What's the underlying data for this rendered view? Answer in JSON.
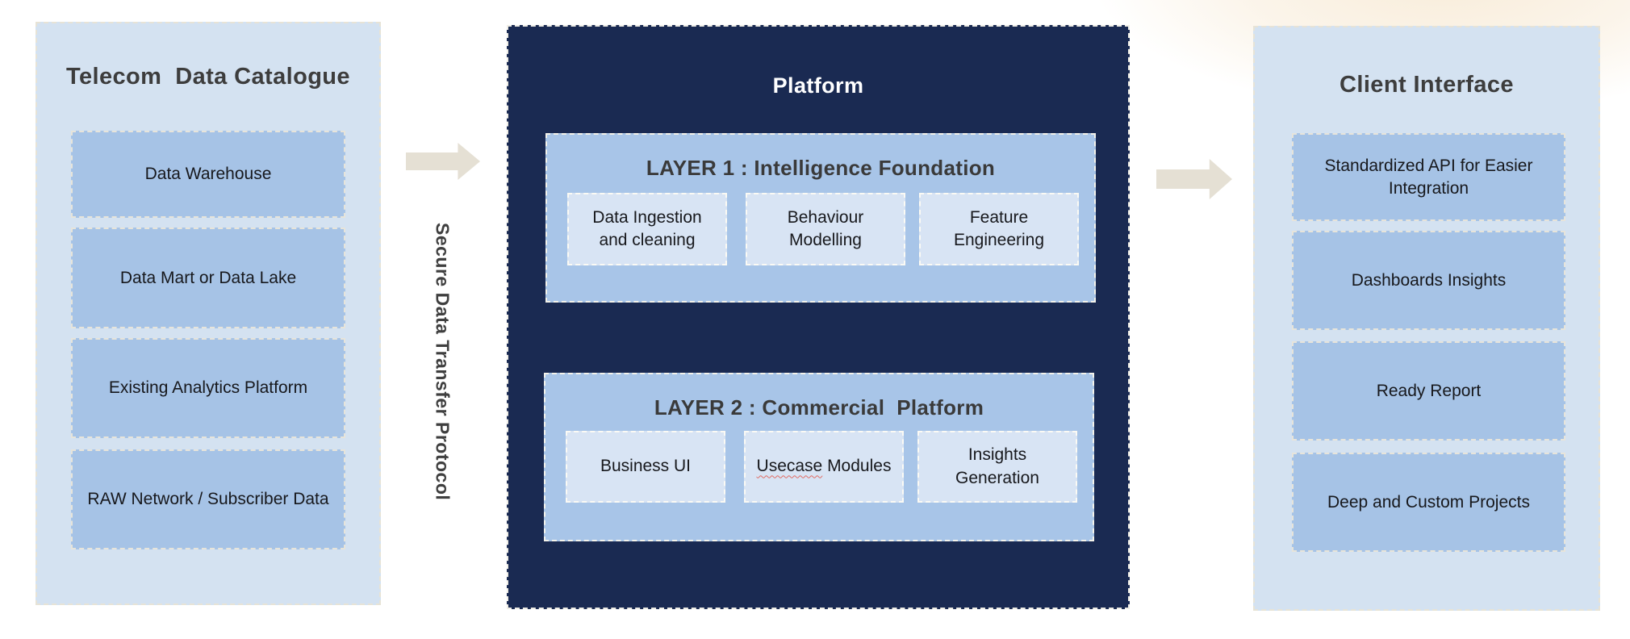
{
  "left_panel": {
    "title": "Telecom  Data Catalogue",
    "items": [
      "Data Warehouse",
      "Data Mart or Data Lake",
      "Existing Analytics Platform",
      "RAW Network / Subscriber Data"
    ]
  },
  "secure_transfer_label": "Secure Data Transfer Protocol",
  "platform_panel": {
    "title": "Platform",
    "layer1": {
      "title": "LAYER 1 : Intelligence Foundation",
      "modules": [
        "Data Ingestion and cleaning",
        "Behaviour Modelling",
        "Feature Engineering"
      ]
    },
    "layer2": {
      "title": "LAYER 2 : Commercial  Platform",
      "modules": [
        "Business UI",
        "Usecase Modules",
        "Insights Generation"
      ],
      "module2_word": "Usecase",
      "module2_rest": " Modules"
    }
  },
  "client_panel": {
    "title": "Client Interface",
    "items": [
      "Standardized API for Easier Integration",
      "Dashboards Insights",
      "Ready Report",
      "Deep and Custom Projects"
    ]
  },
  "colors": {
    "side_panel_bg": "#d4e2f1",
    "side_box_bg": "#a6c3e6",
    "platform_bg": "#1a2a52",
    "layer_bg": "#a8c5e8",
    "module_bg": "#d8e4f4",
    "arrow": "#e5e0d4",
    "title_text": "#3d3d3d",
    "body_text": "#17181c",
    "platform_title_text": "#ffffff",
    "corner_glow": "#f8ecd9"
  }
}
